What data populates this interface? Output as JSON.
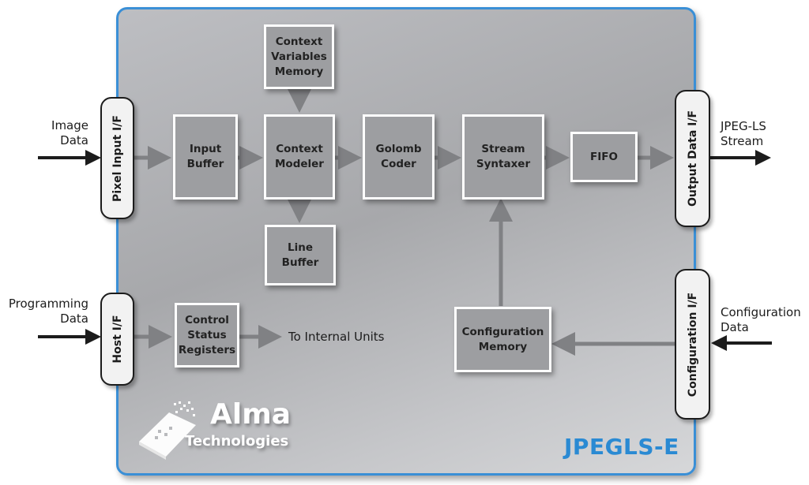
{
  "title": "JPEGLS-E",
  "colors": {
    "accent": "#3a8fd6",
    "block": "#9d9ea1",
    "arrow_internal": "#7d7e81",
    "arrow_external": "#1c1c1c"
  },
  "logo": {
    "name": "Alma",
    "subtitle": "Technologies"
  },
  "external_labels": {
    "image_data": "Image\nData",
    "programming_data": "Programming\nData",
    "jpeg_ls_stream": "JPEG-LS\nStream",
    "configuration_data": "Configuration\nData",
    "to_internal_units": "To Internal Units"
  },
  "interfaces": {
    "pixel_input": "Pixel Input I/F",
    "host": "Host I/F",
    "output_data": "Output Data I/F",
    "configuration": "Configuration I/F"
  },
  "blocks": {
    "input_buffer": "Input\nBuffer",
    "context_variables_memory": "Context\nVariables\nMemory",
    "context_modeler": "Context\nModeler",
    "line_buffer": "Line\nBuffer",
    "golomb_coder": "Golomb\nCoder",
    "stream_syntaxer": "Stream\nSyntaxer",
    "fifo": "FIFO",
    "control_status_registers": "Control\nStatus\nRegisters",
    "configuration_memory": "Configuration\nMemory"
  }
}
